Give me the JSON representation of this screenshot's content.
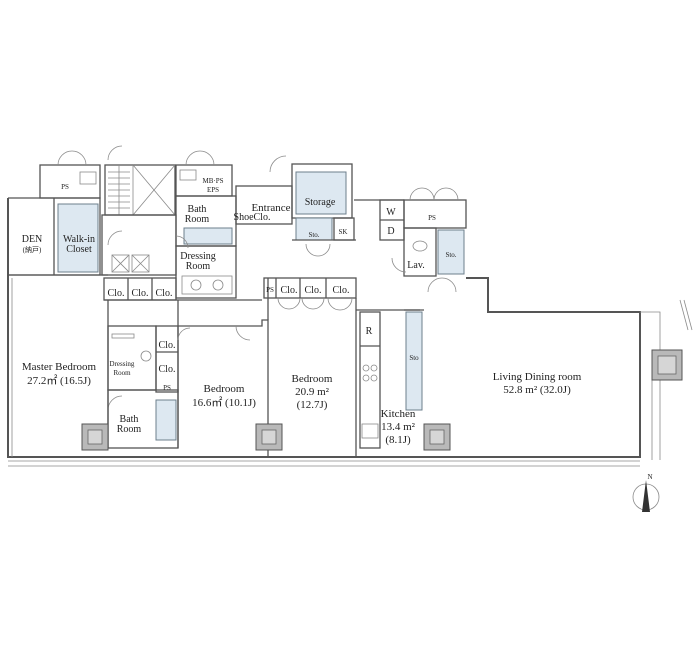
{
  "rooms": {
    "ps_top_left": "PS",
    "mb_ps": "MB·PS",
    "eps": "EPS",
    "bath_room_top": "Bath",
    "bath_room_top2": "Room",
    "shoe_clo": "ShoeClo.",
    "entrance": "Entrance",
    "storage": "Storage",
    "sto_entrance": "Sto.",
    "sk": "SK",
    "w": "W",
    "d": "D",
    "ps_right": "PS",
    "lav": "Lav.",
    "sto_right": "Sto.",
    "den": "DEN",
    "den_sub": "(納戸)",
    "walk_in_1": "Walk-in",
    "walk_in_2": "Closet",
    "dressing_top_1": "Dressing",
    "dressing_top_2": "Room",
    "clo": "Clo.",
    "ps_small": "PS",
    "master_bedroom": "Master Bedroom",
    "master_bedroom_area": "27.2㎡ (16.5J)",
    "dressing_left_1": "Dressing",
    "dressing_left_2": "Room",
    "ps_left": "PS",
    "bath_left_1": "Bath",
    "bath_left_2": "Room",
    "bedroom_a": "Bedroom",
    "bedroom_a_area": "16.6㎡ (10.1J)",
    "bedroom_b": "Bedroom",
    "bedroom_b_area": "20.9 m²",
    "bedroom_b_j": "(12.7J)",
    "r": "R",
    "sto_kitchen": "Sto",
    "kitchen": "Kitchen",
    "kitchen_area": "13.4 m²",
    "kitchen_j": "(8.1J)",
    "living": "Living Dining room",
    "living_area": "52.8 m² (32.0J)"
  },
  "compass": {
    "label": "N"
  }
}
